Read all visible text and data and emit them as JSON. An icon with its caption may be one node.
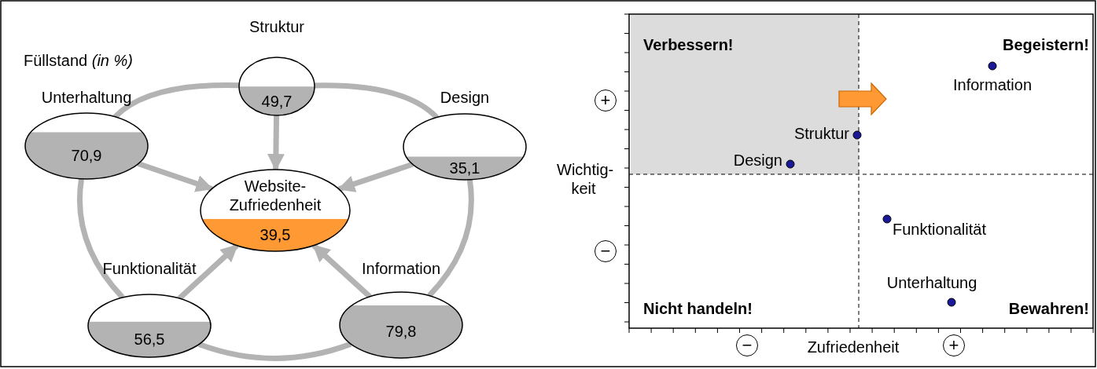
{
  "diagram": {
    "nodes": [
      {
        "text": [
          "Struktur",
          "49,7"
        ]
      },
      {
        "text": [
          "Unterhaltung",
          "70,9"
        ]
      },
      {
        "text": [
          "Design",
          "35,1"
        ]
      },
      {
        "text": [
          "Website-Zufriedenheit",
          "39,5"
        ]
      },
      {
        "text": [
          "Funktionalität",
          "56,5"
        ]
      },
      {
        "text": [
          "Information",
          "79,8"
        ]
      }
    ],
    "edges": [
      {
        "from": 1,
        "to": 0,
        "arrow": "none"
      },
      {
        "from": 0,
        "to": 2,
        "arrow": "none"
      },
      {
        "from": 2,
        "to": 5,
        "arrow": "none"
      },
      {
        "from": 5,
        "to": 4,
        "arrow": "none"
      },
      {
        "from": 4,
        "to": 1,
        "arrow": "none"
      },
      {
        "from": 0,
        "to": 3,
        "arrow": "to"
      },
      {
        "from": 1,
        "to": 3,
        "arrow": "to"
      },
      {
        "from": 2,
        "to": 3,
        "arrow": "to"
      },
      {
        "from": 4,
        "to": 3,
        "arrow": "to"
      },
      {
        "from": 5,
        "to": 3,
        "arrow": "to"
      }
    ],
    "labels": [
      "Füllstand *(in %)*",
      "Verbessern!",
      "Begeistern!",
      "Information",
      "+",
      "Struktur",
      "Wichtig- keit",
      "Design",
      "−",
      "Funktionalität",
      "Unterhaltung",
      "Nicht handeln!",
      "Bewahren!",
      "−",
      "Zufriedenheit",
      "+"
    ]
  }
}
